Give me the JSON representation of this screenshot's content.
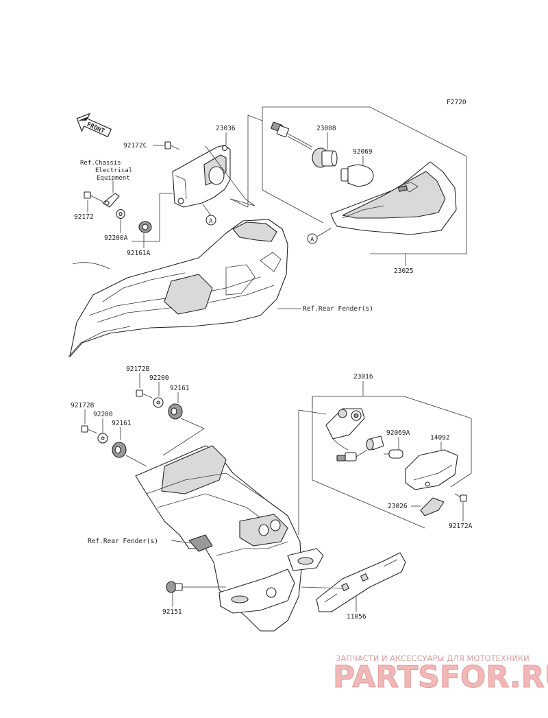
{
  "figure_code": "F2720",
  "front_label": "FRONT",
  "callouts": {
    "p23036": "23036",
    "p92172C": "92172C",
    "p23008": "23008",
    "p92069": "92069",
    "p92172_top": "92172",
    "p92200A": "92200A",
    "p92161A": "92161A",
    "p23025": "23025",
    "p92172B_1": "92172B",
    "p92200_1": "92200",
    "p92161_1": "92161",
    "p92172B_2": "92172B",
    "p92200_2": "92200",
    "p92161_2": "92161",
    "p23016": "23016",
    "p92069A": "92069A",
    "p14092": "14092",
    "p23026": "23026",
    "p92172A": "92172A",
    "p92151": "92151",
    "p11056": "11056"
  },
  "refs": {
    "chassis_line1": "Ref.Chassis",
    "chassis_line2": "Electrical",
    "chassis_line3": "Equipment",
    "rear_fender_top": "Ref.Rear Fender(s)",
    "rear_fender_bottom": "Ref.Rear Fender(s)"
  },
  "circle_markers": {
    "a1": "A",
    "a2": "A"
  },
  "watermark": {
    "tagline": "ЗАПЧАСТИ И АКСЕССУАРЫ ДЛЯ МОТОТЕХНИКИ",
    "brand": "PARTSFOR.RU"
  }
}
